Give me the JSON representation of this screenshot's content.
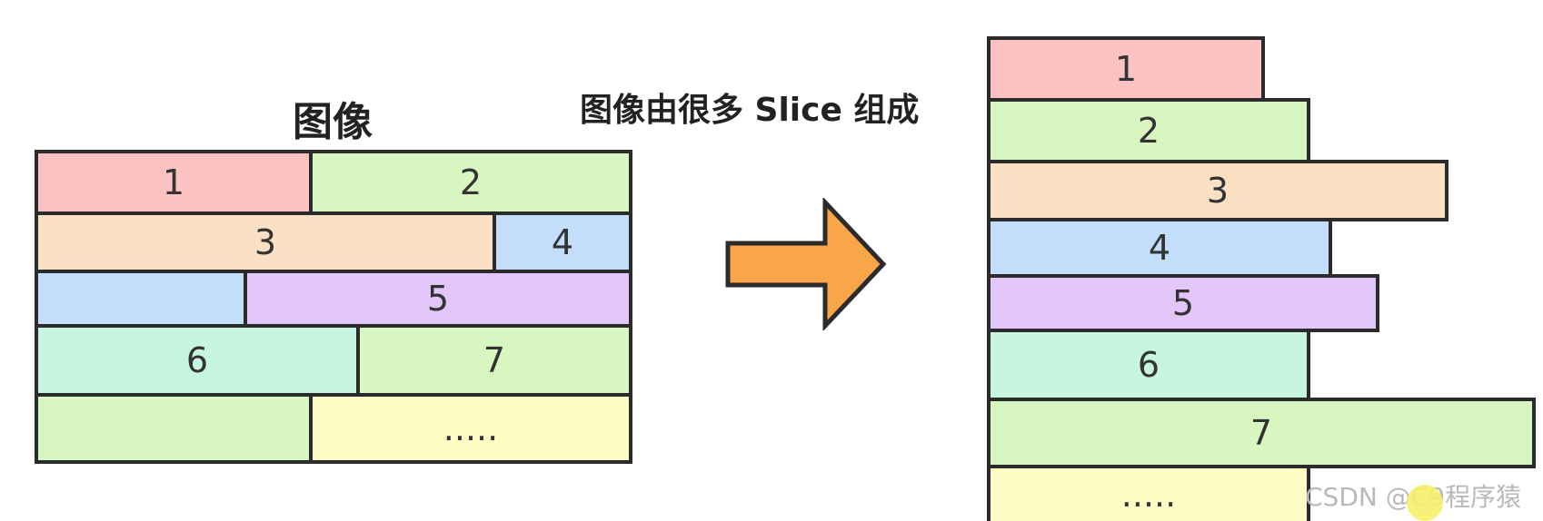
{
  "left": {
    "title": "图像",
    "blocks": {
      "b1": "1",
      "b2": "2",
      "b3": "3",
      "b4": "4",
      "b5": "5",
      "b6": "6",
      "b7": "7",
      "b8": "",
      "b9": "....."
    }
  },
  "caption": "图像由很多 Slice 组成",
  "arrow": {
    "icon": "right-arrow-icon",
    "color": "#f9a64a"
  },
  "right": {
    "slices": {
      "s1": "1",
      "s2": "2",
      "s3": "3",
      "s4": "4",
      "s5": "5",
      "s6": "6",
      "s7": "7",
      "s8": "....."
    }
  },
  "watermark": "CSDN @C9程序猿",
  "colors": {
    "pink": "#fcc2c2",
    "green": "#d8f6c0",
    "peach": "#fce0c4",
    "blue": "#c2defa",
    "purple": "#e2c6fa",
    "mint": "#c6f6e0",
    "yellow": "#fdfcc4"
  }
}
